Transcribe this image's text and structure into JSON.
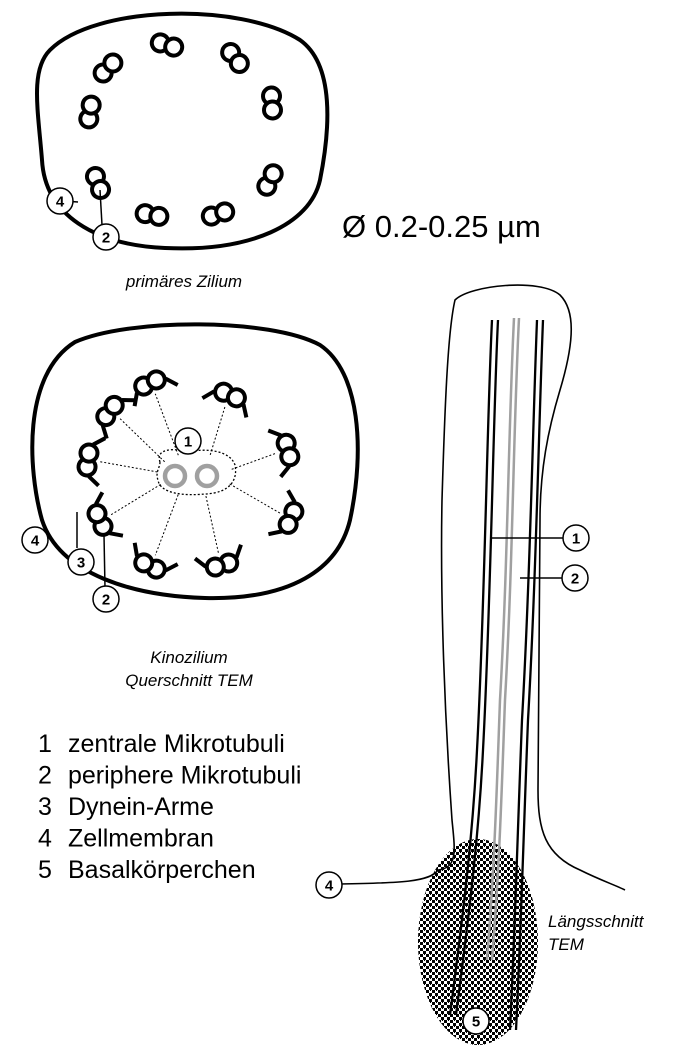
{
  "primary_cilium": {
    "caption": "primäres Zilium",
    "label_membrane": "4",
    "label_peripheral": "2"
  },
  "diameter": "Ø 0.2-0.25 µm",
  "kinocilium": {
    "caption_line1": "Kinozilium",
    "caption_line2": "Querschnitt TEM",
    "label_central": "1",
    "label_dynein": "3",
    "label_membrane": "4",
    "label_peripheral": "2"
  },
  "longitudinal": {
    "caption_line1": "Längsschnitt",
    "caption_line2": "TEM",
    "label_central": "1",
    "label_peripheral": "2",
    "label_membrane": "4",
    "label_basal": "5"
  },
  "legend": [
    {
      "num": "1",
      "text": "zentrale Mikrotubuli"
    },
    {
      "num": "2",
      "text": "periphere Mikrotubuli"
    },
    {
      "num": "3",
      "text": "Dynein-Arme"
    },
    {
      "num": "4",
      "text": "Zellmembran"
    },
    {
      "num": "5",
      "text": "Basalkörperchen"
    }
  ],
  "colors": {
    "outline": "#000000",
    "central_tubules": "#a0a0a0",
    "background": "#ffffff"
  }
}
